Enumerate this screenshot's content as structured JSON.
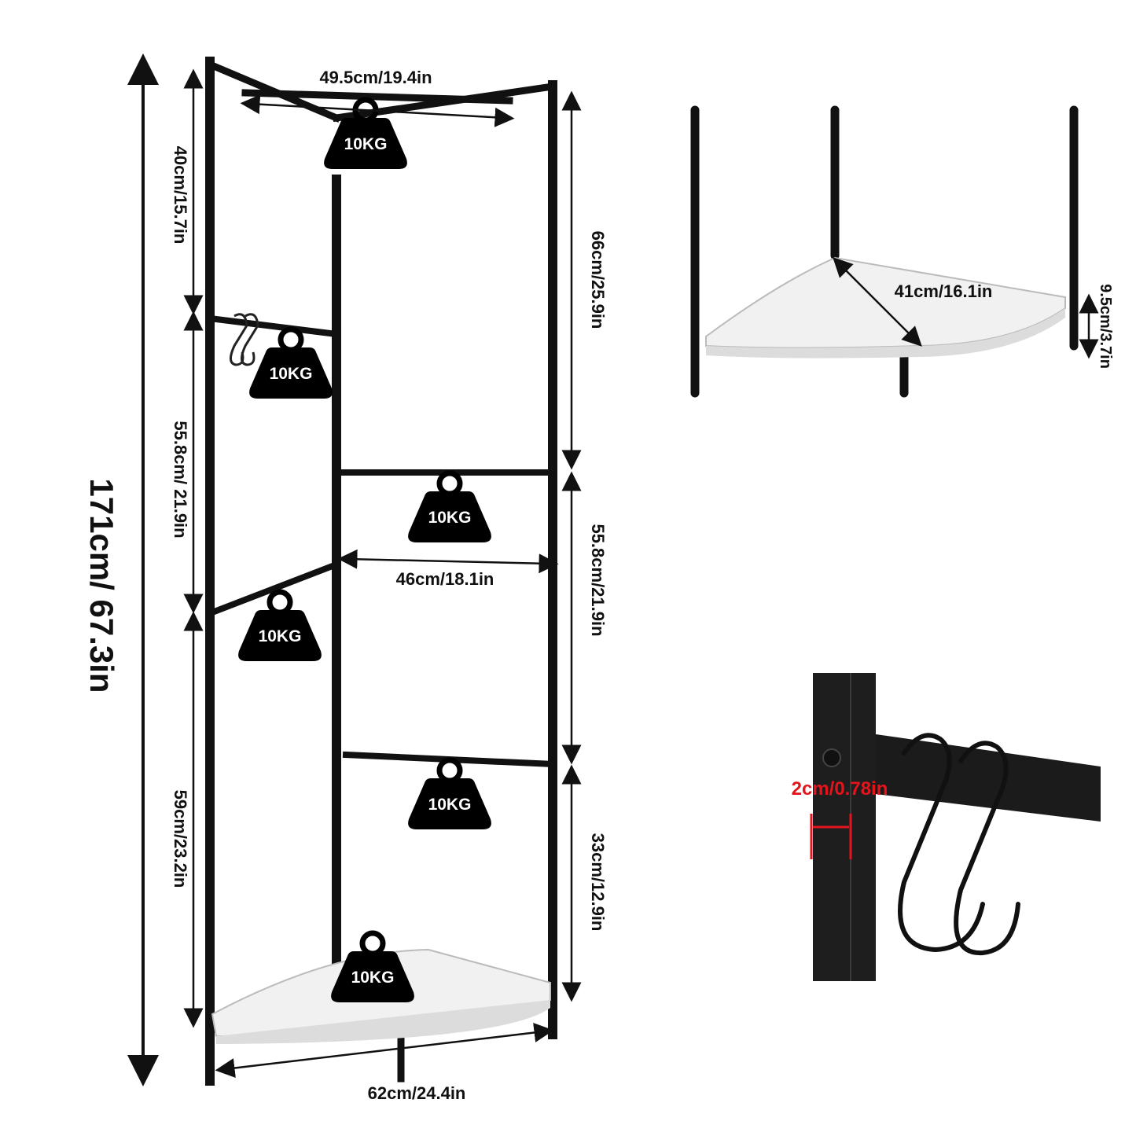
{
  "colors": {
    "frame": "#111111",
    "marble": "#f1f1f1",
    "accent_red": "#e3141b",
    "weight": "#000000"
  },
  "dimensions": {
    "total_height": "171cm/ 67.3in",
    "top_width": "49.5cm/19.4in",
    "top_section_left": "40cm/15.7in",
    "upper_right": "66cm/25.9in",
    "mid_left": "55.8cm/ 21.9in",
    "mid_right": "55.8cm/21.9in",
    "shelf_bar_width": "46cm/18.1in",
    "lower_left": "59cm/23.2in",
    "lower_right": "33cm/12.9in",
    "base_width": "62cm/24.4in",
    "shelf_depth": "41cm/16.1in",
    "shelf_height": "9.5cm/3.7in",
    "tube_width": "2cm/0.78in"
  },
  "weights": [
    "10KG",
    "10KG",
    "10KG",
    "10KG",
    "10KG",
    "10KG"
  ],
  "icons": [
    "weight-icon",
    "s-hook-icon",
    "arrow-icon"
  ]
}
